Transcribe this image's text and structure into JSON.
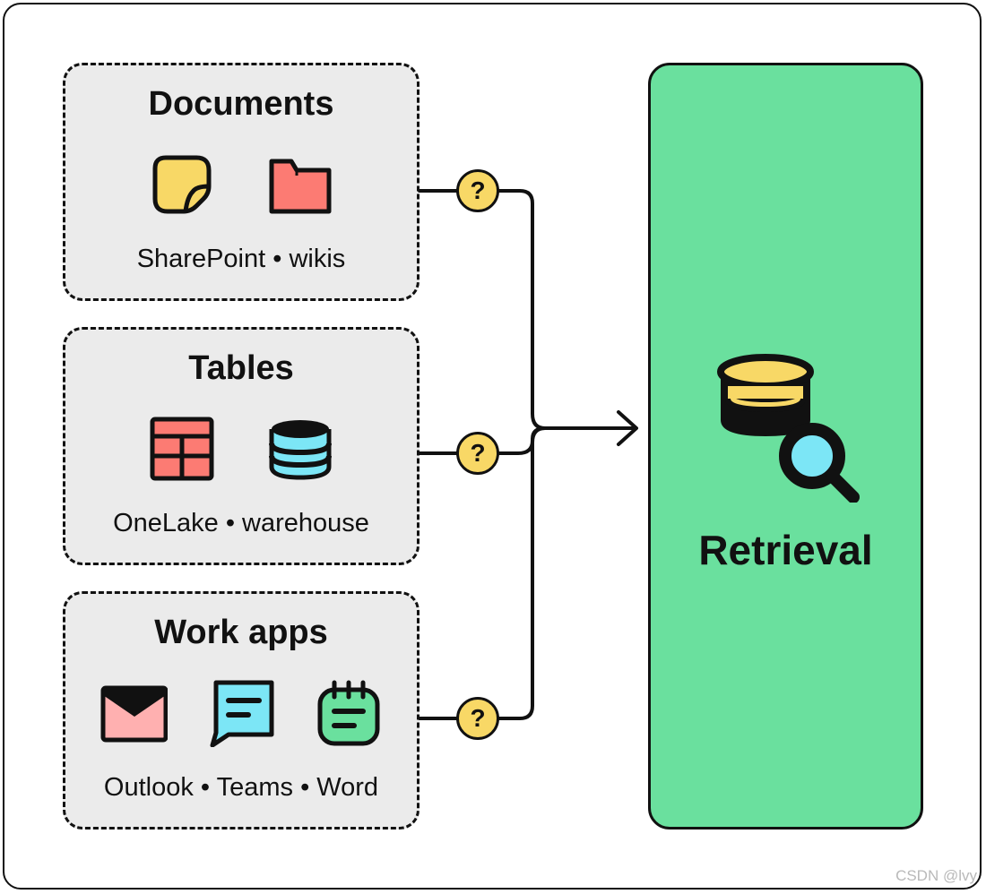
{
  "sources": [
    {
      "title": "Documents",
      "caption": "SharePoint • wikis",
      "icons": [
        "sticky-note-icon",
        "folder-icon"
      ]
    },
    {
      "title": "Tables",
      "caption": "OneLake • warehouse",
      "icons": [
        "table-grid-icon",
        "database-icon"
      ]
    },
    {
      "title": "Work apps",
      "caption": "Outlook • Teams • Word",
      "icons": [
        "mail-icon",
        "chat-bubble-icon",
        "notebook-icon"
      ]
    }
  ],
  "connector_symbol": "?",
  "target": {
    "label": "Retrieval",
    "icon": "database-search-icon"
  },
  "watermark": "CSDN @lvy",
  "colors": {
    "yellow": "#f8d866",
    "coral": "#fc7b73",
    "cyan": "#7ce6f6",
    "green": "#6ae09e",
    "pink": "#ffb0b0",
    "box_gray": "#ebebeb",
    "ink": "#111111"
  }
}
